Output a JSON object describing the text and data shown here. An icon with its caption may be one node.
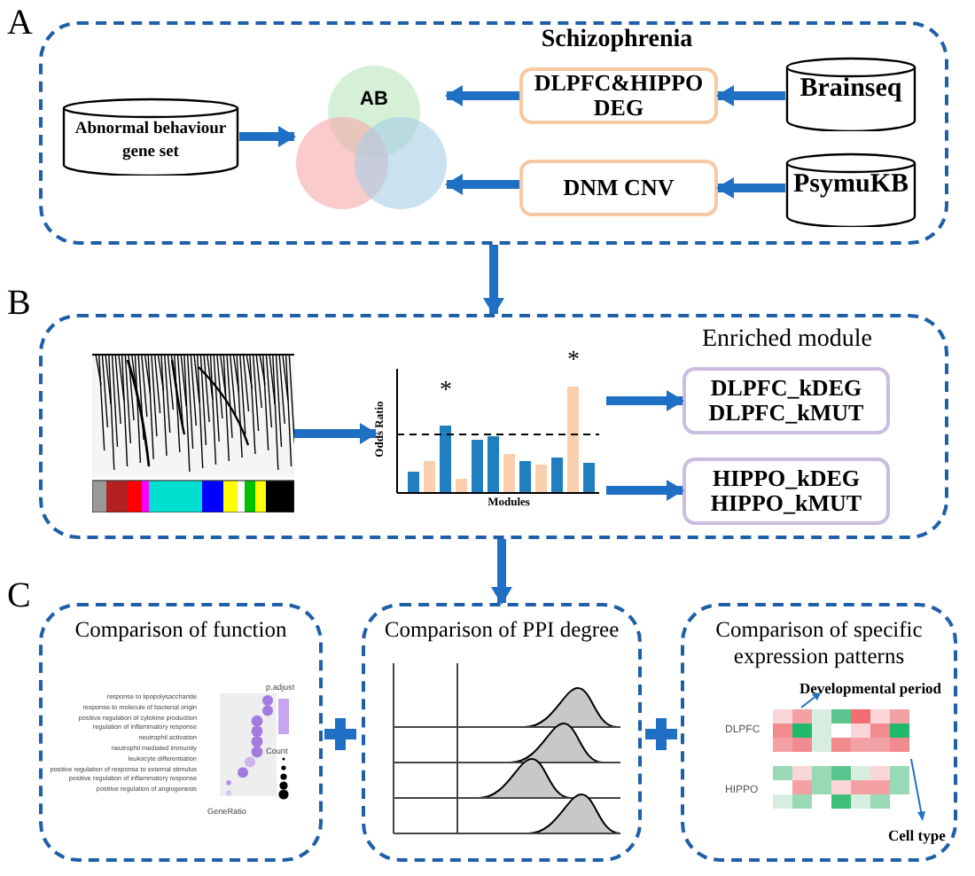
{
  "diagram": {
    "nodes": [
      {
        "text": [],
        "shape": "box"
      },
      {
        "text": [
          "Abnormal behaviour gene set"
        ],
        "in": 0
      },
      {
        "text": [
          "AB"
        ],
        "in": 0
      },
      {
        "text": [
          "DLPFC&HIPPO DEG"
        ],
        "in": 0
      },
      {
        "text": [
          "DNM CNV"
        ],
        "in": 0
      },
      {
        "text": [
          "Brainseq"
        ],
        "in": 0
      },
      {
        "text": [
          "PsymuKB"
        ],
        "in": 0
      },
      {
        "text": [],
        "shape": "box"
      },
      {
        "text": [],
        "shape": "picture",
        "in": 7
      },
      {
        "text": [
          "*",
          "*",
          "Odds Ratio",
          "Modules"
        ],
        "in": 7
      },
      {
        "text": [
          "DLPFC_kDEG DLPFC_kMUT"
        ],
        "in": 7
      },
      {
        "text": [
          "HIPPO_kDEG HIPPO_kMUT"
        ],
        "in": 7
      },
      {
        "text": [
          "Comparison of function"
        ]
      },
      {
        "text": [
          "Comparison of PPI degree"
        ]
      },
      {
        "text": [
          "Comparison of specific expression patterns"
        ]
      }
    ],
    "edges": [
      {
        "from": 1,
        "to": 2,
        "arrow": "to"
      },
      {
        "from": 3,
        "to": 2,
        "arrow": "to"
      },
      {
        "from": 4,
        "to": 2,
        "arrow": "to"
      },
      {
        "from": 5,
        "to": 3,
        "arrow": "to"
      },
      {
        "from": 6,
        "to": 4,
        "arrow": "to"
      },
      {
        "from": 0,
        "to": 7,
        "arrow": "to"
      },
      {
        "from": 8,
        "to": 9,
        "arrow": "to"
      },
      {
        "from": 9,
        "to": 10,
        "arrow": "to"
      },
      {
        "from": 9,
        "to": 11,
        "arrow": "to"
      },
      {
        "from": 7,
        "to": 13,
        "arrow": "to"
      }
    ],
    "labels": [
      "A",
      "Schizophrenia",
      "B",
      "Enriched module",
      "C",
      "response to lipopolysaccharide",
      "response to molecule of bacterial origin",
      "positive regulation of cytokine production",
      "regulation of inflammatory response",
      "neutrophil activation",
      "neutrophil mediated immunity",
      "leukocyte differentiation",
      "positive regulation of response to external stimulus",
      "positive regulation of inflammatory response",
      "positive regulation of angiogenesis",
      "p.adjust",
      "Count",
      "GeneRatio",
      "Developmental period",
      "DLPFC",
      "HIPPO",
      "Cell type"
    ]
  }
}
